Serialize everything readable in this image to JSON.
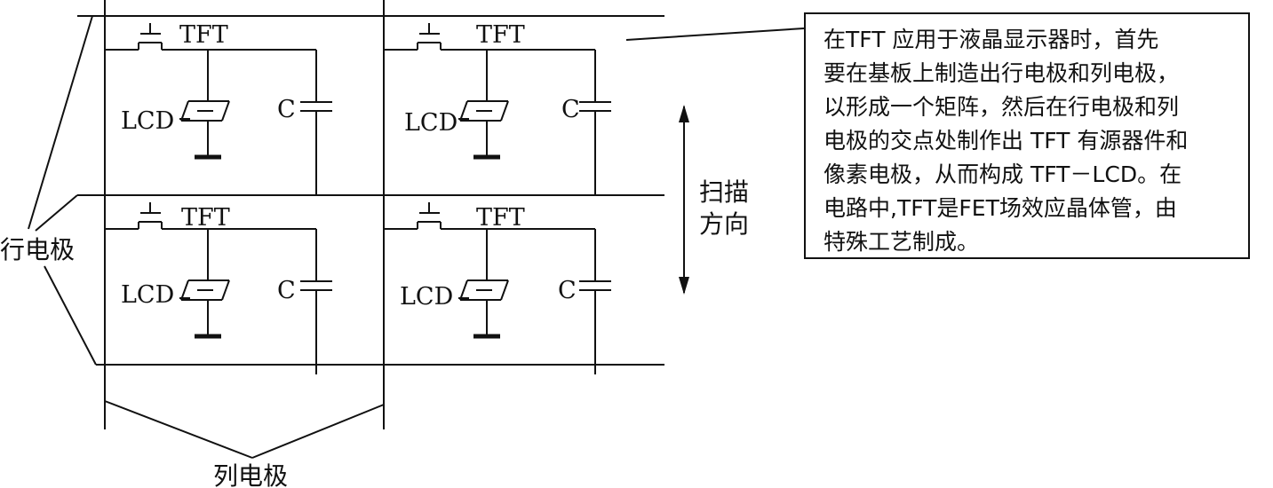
{
  "labels": {
    "tft": "TFT",
    "lcd": "LCD",
    "capacitor": "C",
    "row_electrode": "行电极",
    "column_electrode": "列电极",
    "scan_direction_line1": "扫描",
    "scan_direction_line2": "方向"
  },
  "note": {
    "lines": [
      "在TFT 应用于液晶显示器时，首先",
      "要在基板上制造出行电极和列电极，",
      "以形成一个矩阵，然后在行电极和列",
      "电极的交点处制作出 TFT 有源器件和",
      "像素电极，从而构成 TFT－LCD。在",
      "电路中,TFT是FET场效应晶体管，由",
      "特殊工艺制成。"
    ]
  }
}
